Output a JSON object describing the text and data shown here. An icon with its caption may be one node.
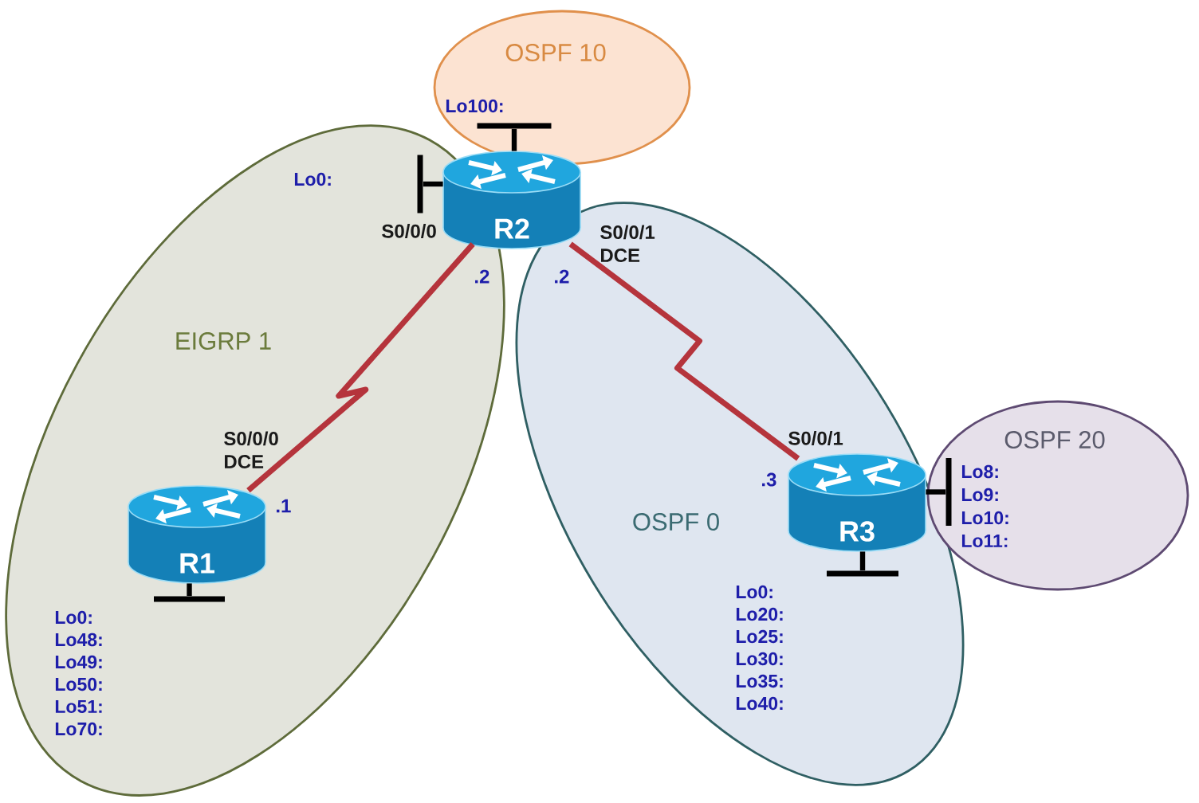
{
  "diagram": {
    "nodes": [
      {
        "text": [
          "OSPF 10"
        ]
      },
      {
        "text": [],
        "shape": "bar",
        "in": 0
      },
      {
        "text": [
          "R2"
        ]
      },
      {
        "text": [
          "EIGRP 1"
        ]
      },
      {
        "text": [],
        "shape": "bar",
        "in": 3
      },
      {
        "text": [
          "R1"
        ],
        "in": 3
      },
      {
        "text": [],
        "shape": "bar",
        "in": 3
      },
      {
        "text": [
          "OSPF 0"
        ]
      },
      {
        "text": [
          "R3"
        ],
        "in": 7
      },
      {
        "text": [],
        "shape": "bar",
        "in": 7
      },
      {
        "text": [
          "OSPF 20"
        ]
      },
      {
        "text": [],
        "shape": "bar",
        "in": 10
      }
    ],
    "edges": [
      {
        "from": 2,
        "to": 5,
        "arrow": "none",
        "color": "#b5343c"
      },
      {
        "from": 2,
        "to": 8,
        "arrow": "none",
        "color": "#b5343c"
      },
      {
        "from": 2,
        "to": 1,
        "arrow": "none"
      },
      {
        "from": 2,
        "to": 4,
        "arrow": "none"
      },
      {
        "from": 5,
        "to": 6,
        "arrow": "none"
      },
      {
        "from": 8,
        "to": 9,
        "arrow": "none"
      },
      {
        "from": 8,
        "to": 11,
        "arrow": "none"
      }
    ],
    "labels": [
      "Lo100:",
      "Lo0:",
      "S0/0/0",
      "S0/0/1 DCE",
      ".2",
      ".2",
      "S0/0/0 DCE",
      "S0/0/1",
      ".3",
      ".1",
      "Lo8:",
      "Lo9:",
      "Lo10:",
      "Lo11:",
      "Lo0:",
      "Lo48:",
      "Lo49:",
      "Lo50:",
      "Lo51:",
      "Lo70:",
      "Lo0:",
      "Lo20:",
      "Lo25:",
      "Lo30:",
      "Lo35:",
      "Lo40:"
    ]
  }
}
